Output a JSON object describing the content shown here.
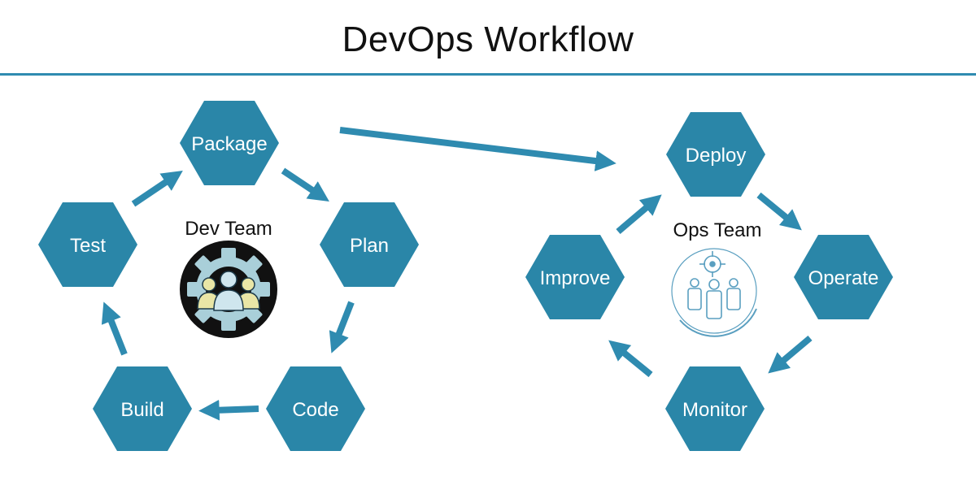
{
  "title": "DevOps Workflow",
  "colors": {
    "accent": "#2f8bb0",
    "hex_fill": "#2a86a8",
    "arrow": "#2f8bb0",
    "title_text": "#111111",
    "hex_text": "#ffffff"
  },
  "dev_cycle": {
    "team_label": "Dev Team",
    "team_icon": "dev-team-gear-people-icon",
    "stages": {
      "package": "Package",
      "plan": "Plan",
      "code": "Code",
      "build": "Build",
      "test": "Test"
    }
  },
  "ops_cycle": {
    "team_label": "Ops Team",
    "team_icon": "ops-team-target-people-icon",
    "stages": {
      "deploy": "Deploy",
      "operate": "Operate",
      "monitor": "Monitor",
      "improve": "Improve"
    }
  }
}
